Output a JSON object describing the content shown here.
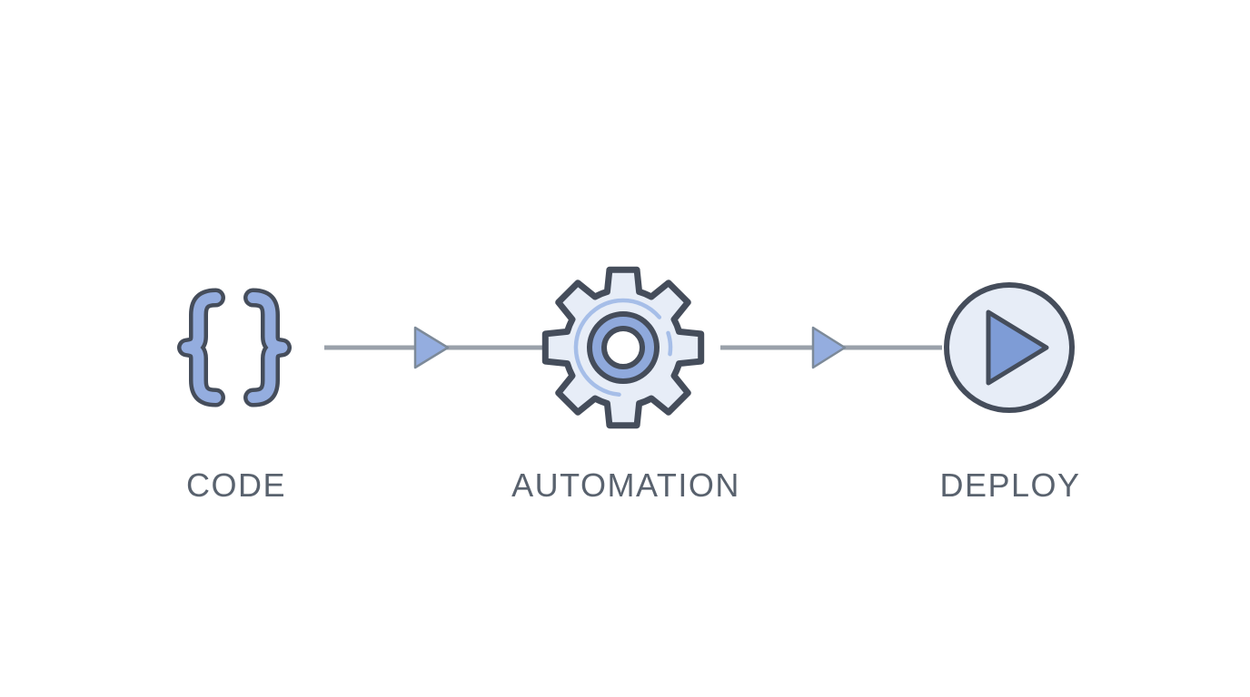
{
  "pipeline": {
    "steps": [
      {
        "id": "code",
        "label": "CODE",
        "icon": "curly-braces-icon"
      },
      {
        "id": "automation",
        "label": "AUTOMATION",
        "icon": "gear-icon"
      },
      {
        "id": "deploy",
        "label": "DEPLOY",
        "icon": "play-circle-icon"
      }
    ],
    "connectors": [
      {
        "from": "CODE",
        "to": "AUTOMATION",
        "style": "right-arrow"
      },
      {
        "from": "AUTOMATION",
        "to": "DEPLOY",
        "style": "right-arrow"
      }
    ],
    "colors": {
      "accent_blue": "#94ADDF",
      "donut_blue": "#8FA9DC",
      "play_blue": "#7E9CD6",
      "fill_light": "#E7EDF7",
      "outline_dark": "#454D5B",
      "connector_gray": "#9AA1AA",
      "arrowhead_outline": "#7D8A99",
      "label_gray": "#59626E",
      "arc_accent": "#A6BEE8",
      "background": "#FFFFFF"
    }
  }
}
